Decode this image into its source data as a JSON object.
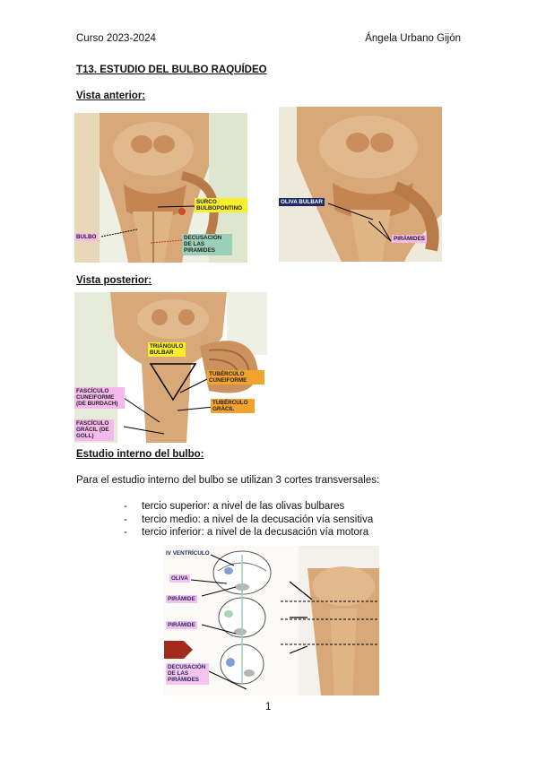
{
  "header": {
    "left": "Curso 2023-2024",
    "right": "Ángela Urbano Gijón"
  },
  "title": "T13. ESTUDIO DEL BULBO RAQUÍDEO",
  "sections": {
    "anterior": "Vista anterior:",
    "posterior": "Vista posterior:",
    "interno": "Estudio interno del bulbo:"
  },
  "figures": {
    "anterior_left": {
      "labels": {
        "surco": "SURCO BULBOPONTINO",
        "bulbo": "BULBO",
        "decusacion": "DECUSACIÓN DE LAS PIRAMIDES"
      }
    },
    "anterior_right": {
      "labels": {
        "oliva": "OLIVA BULBAR",
        "piramides": "PIRÁMIDES"
      }
    },
    "posterior": {
      "labels": {
        "triangulo": "TRIÁNGULO BULBAR",
        "tuberculo_cuneiforme": "TUBÉRCULO CUNEIFORME",
        "fasciculo_cuneiforme": "FASCÍCULO CUNEIFORME (DE BURDACH)",
        "tuberculo_gracil": "TUBÉRCULO GRÁCIL",
        "fasciculo_gracil": "FASCÍCULO GRÁCIL (DE GOLL)"
      }
    },
    "cortes": {
      "labels": {
        "ventriculo": "IV VENTRÍCULO",
        "oliva": "OLIVA",
        "piramide1": "PIRÁMIDE",
        "piramide2": "PIRÁMIDE",
        "decusacion": "DECUSACIÓN DE LAS PIRÁMIDES"
      }
    }
  },
  "paragraph": "Para el estudio interno del bulbo se utilizan 3 cortes transversales:",
  "bullets": [
    "tercio superior: a nivel de las olivas bulbares",
    "tercio medio: a nivel de la decusación vía sensitiva",
    "tercio inferior: a nivel de la decusación vía motora"
  ],
  "bullet_marker": "-",
  "page_number": "1",
  "colors": {
    "brain_tan": "#d9a878",
    "brain_dark": "#a8683c",
    "label_yellow": "#f7ef2a",
    "label_pink": "#f6b9ee",
    "label_teal": "#9ccfb8",
    "label_orange": "#f1a32b",
    "label_navy": "#1d2a66"
  }
}
